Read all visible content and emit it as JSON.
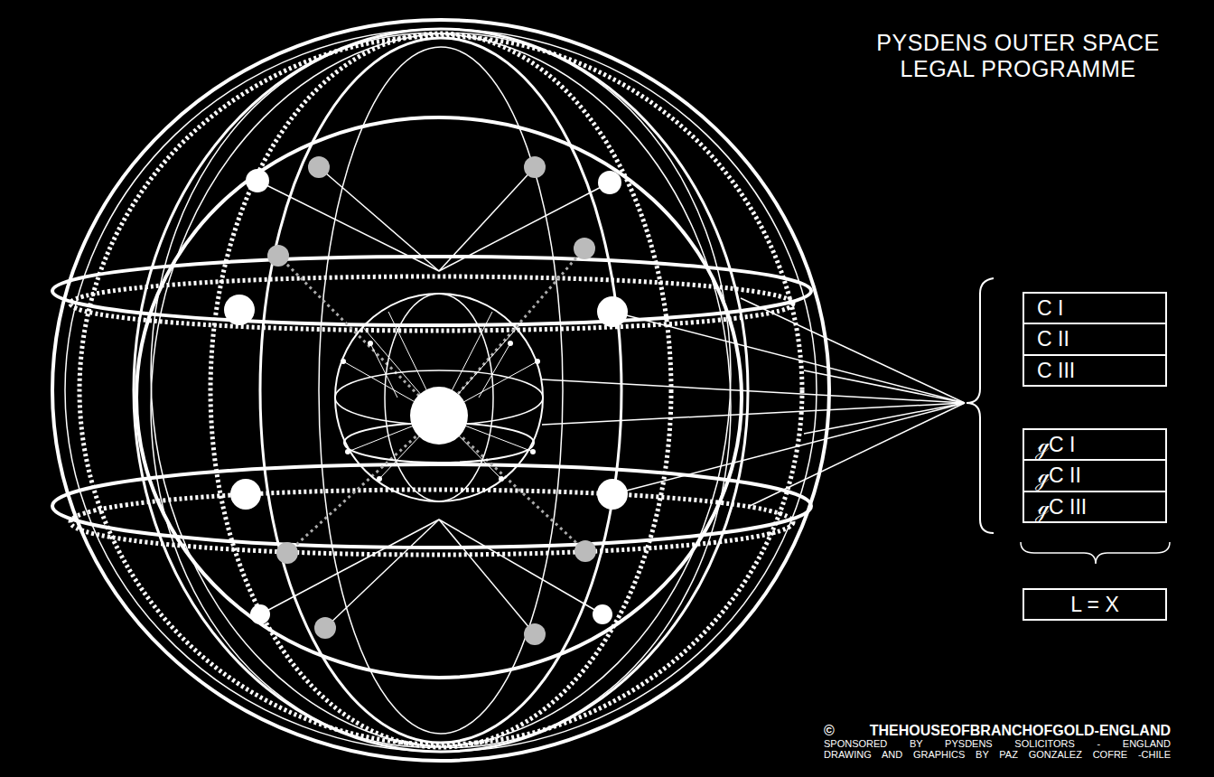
{
  "diagram": {
    "title": "PYSDENS OUTER SPACE LEGAL PROGRAMME",
    "caption": "© THEHOUSEOFBRANCHOFGOLD-ENGLAND",
    "nodes": [
      {
        "text": [
          "C I"
        ]
      },
      {
        "text": [
          "C II"
        ]
      },
      {
        "text": [
          "C III"
        ]
      },
      {
        "text": [
          "ℊC I"
        ]
      },
      {
        "text": [
          "ℊC II"
        ]
      },
      {
        "text": [
          "ℊC III"
        ]
      },
      {
        "text": [
          "L = X"
        ]
      }
    ],
    "labels": [
      "SPONSORED BY PYSDENS SOLICITORS - ENGLAND",
      "DRAWING AND GRAPHICS BY PAZ GONZALEZ COFRE -CHILE"
    ]
  }
}
